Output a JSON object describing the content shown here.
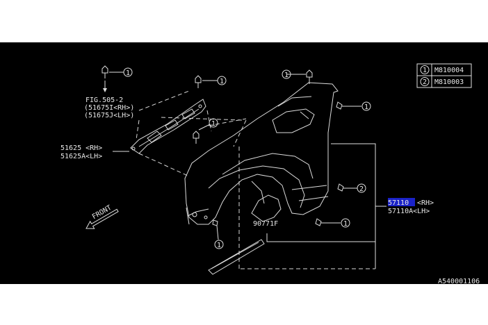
{
  "diagram": {
    "legend": [
      {
        "marker": "1",
        "code": "M810004"
      },
      {
        "marker": "2",
        "code": "M810003"
      }
    ],
    "callouts": {
      "fig_ref": "FIG.505-2",
      "fig_ref_rh": "(51675I<RH>)",
      "fig_ref_lh": "(51675J<LH>)",
      "bracket_rh": "51625 <RH>",
      "bracket_lh": "51625A<LH>",
      "fender_rh_code": "57110",
      "fender_rh_side": "<RH>",
      "fender_lh": "57110A<LH>",
      "protector": "90771F",
      "front": "FRONT"
    },
    "bolt_markers": [
      "1",
      "1",
      "1",
      "1",
      "1",
      "2",
      "1",
      "1"
    ],
    "highlight_color": "#1a22c8",
    "footer_code": "A540001106"
  }
}
